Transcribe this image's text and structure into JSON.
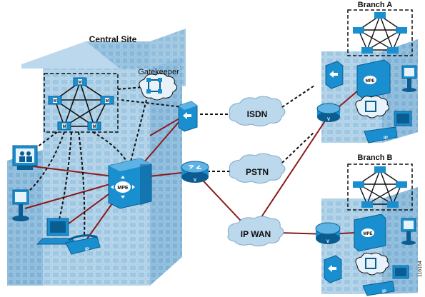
{
  "labels": {
    "central_site": "Central Site",
    "gatekeeper": "Gatekeeper",
    "branch_a": "Branch A",
    "branch_b": "Branch B",
    "isdn": "ISDN",
    "pstn": "PSTN",
    "ip_wan": "IP WAN",
    "figure_id": "116164"
  },
  "device_text": {
    "mcu_mark": "M",
    "mpe": "MPE",
    "voice_router": "V",
    "ip_phone": "IP"
  },
  "colors": {
    "building_face": "#9fc7e2",
    "building_side": "#6fa5cb",
    "building_grid": "#c9e0f0",
    "device_blue": "#1a8fd0",
    "device_dark": "#0b5d91",
    "wan_link": "#8b1a1a",
    "cloud_fill": "#bcd8ec",
    "dashed": "#111111"
  },
  "icons": [
    "mcu-icon",
    "gatekeeper-icon",
    "mpe-switch-icon",
    "voice-router-icon",
    "gateway-icon",
    "video-terminal-icon",
    "ip-phone-icon",
    "workstation-icon",
    "cloud-icon"
  ]
}
